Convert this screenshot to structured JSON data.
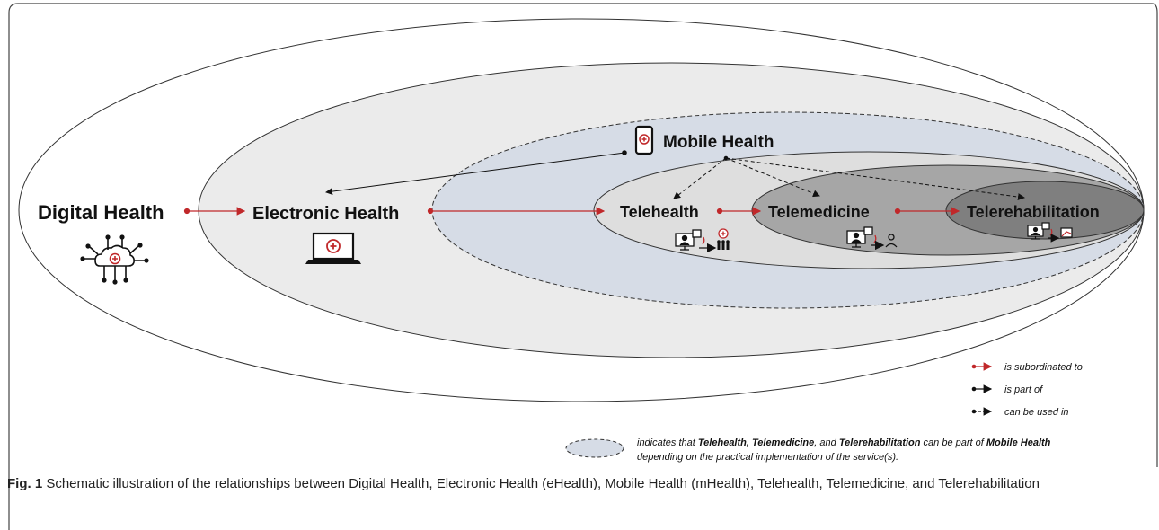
{
  "diagram": {
    "labels": {
      "digital_health": "Digital Health",
      "electronic_health": "Electronic Health",
      "mobile_health": "Mobile Health",
      "telehealth": "Telehealth",
      "telemedicine": "Telemedicine",
      "telerehabilitation": "Telerehabilitation"
    },
    "colors": {
      "subordinate_arrow": "#c0282a",
      "outer_fill": "#ffffff",
      "ehealth_fill": "#ebebeb",
      "mhealth_fill": "#d6dce6",
      "telehealth_fill": "#dedede",
      "telemedicine_fill": "#a6a6a6",
      "telerehab_fill": "#7f7f7f"
    },
    "icons": [
      "cloud-network-icon",
      "laptop-medical-icon",
      "smartphone-medical-icon",
      "video-consult-group-icon",
      "video-consult-patient-icon",
      "video-consult-rehab-icon"
    ]
  },
  "legend": {
    "subordinated": "is subordinated to",
    "part_of": "is part of",
    "used_in": "can be used in",
    "note_prefix": "indicates that ",
    "note_terms": "Telehealth, Telemedicine",
    "note_and": ", and ",
    "note_term3": "Telerehabilitation",
    "note_mid": " can be part of ",
    "note_mh": "Mobile Health",
    "note_line2": "depending on the practical implementation of the service(s)."
  },
  "caption": {
    "fig_label": "Fig. 1",
    "text": " Schematic illustration of the relationships between Digital Health, Electronic Health (eHealth), Mobile Health (mHealth), Telehealth, Telemedicine, and Telerehabilitation"
  }
}
